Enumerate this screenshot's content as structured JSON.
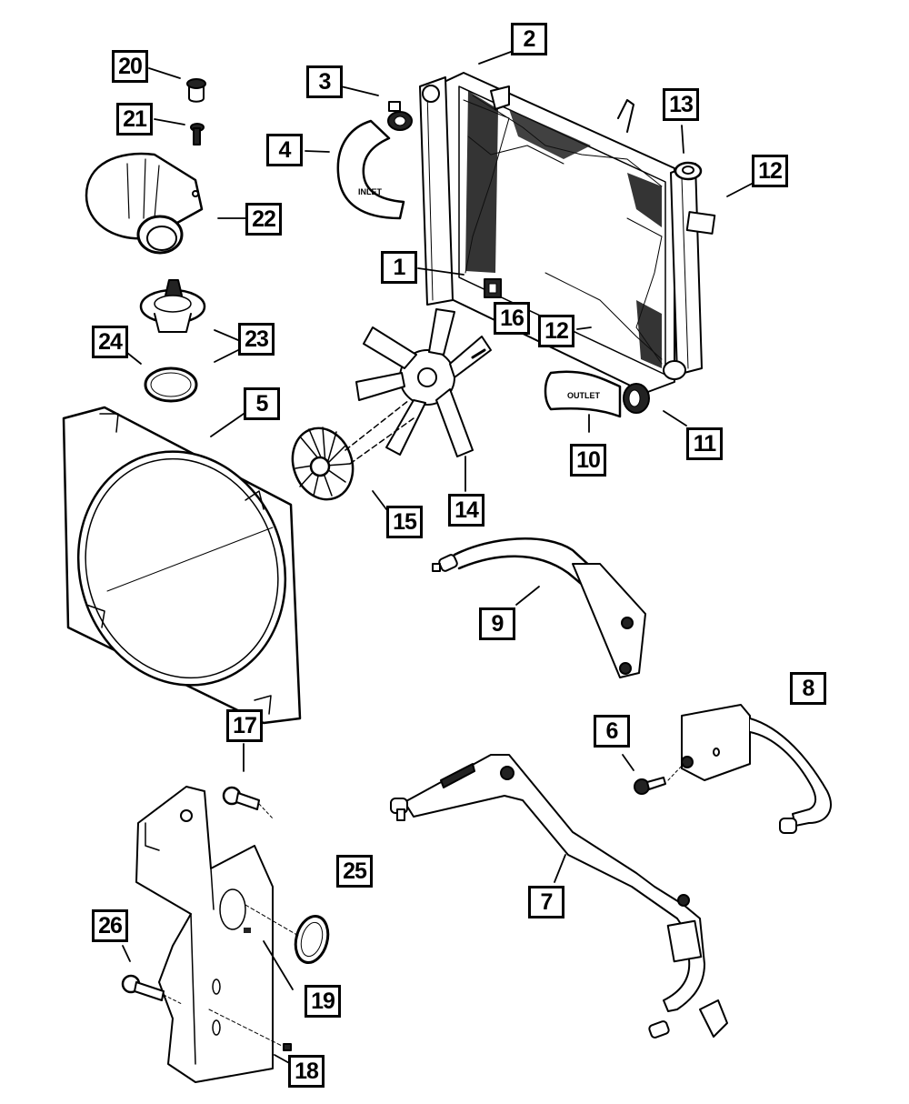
{
  "diagram": {
    "title": "",
    "type": "exploded parts diagram",
    "subject": "Engine cooling system - radiator, fan, shroud, thermostat and transmission cooler lines",
    "line_color": "#000000",
    "background_color": "#ffffff"
  },
  "part_text": {
    "inlet_hose_label": "INLET",
    "outlet_hose_label": "OUTLET"
  },
  "callouts": [
    {
      "id": "c1",
      "number": "1"
    },
    {
      "id": "c2",
      "number": "2"
    },
    {
      "id": "c3",
      "number": "3"
    },
    {
      "id": "c4",
      "number": "4"
    },
    {
      "id": "c5",
      "number": "5"
    },
    {
      "id": "c6",
      "number": "6"
    },
    {
      "id": "c7",
      "number": "7"
    },
    {
      "id": "c8",
      "number": "8"
    },
    {
      "id": "c9",
      "number": "9"
    },
    {
      "id": "c10",
      "number": "10"
    },
    {
      "id": "c11",
      "number": "11"
    },
    {
      "id": "c12a",
      "number": "12"
    },
    {
      "id": "c12b",
      "number": "12"
    },
    {
      "id": "c13",
      "number": "13"
    },
    {
      "id": "c14",
      "number": "14"
    },
    {
      "id": "c15",
      "number": "15"
    },
    {
      "id": "c16",
      "number": "16"
    },
    {
      "id": "c17",
      "number": "17"
    },
    {
      "id": "c18",
      "number": "18"
    },
    {
      "id": "c19",
      "number": "19"
    },
    {
      "id": "c20",
      "number": "20"
    },
    {
      "id": "c21",
      "number": "21"
    },
    {
      "id": "c22",
      "number": "22"
    },
    {
      "id": "c23",
      "number": "23"
    },
    {
      "id": "c24",
      "number": "24"
    },
    {
      "id": "c25",
      "number": "25"
    },
    {
      "id": "c26",
      "number": "26"
    }
  ]
}
